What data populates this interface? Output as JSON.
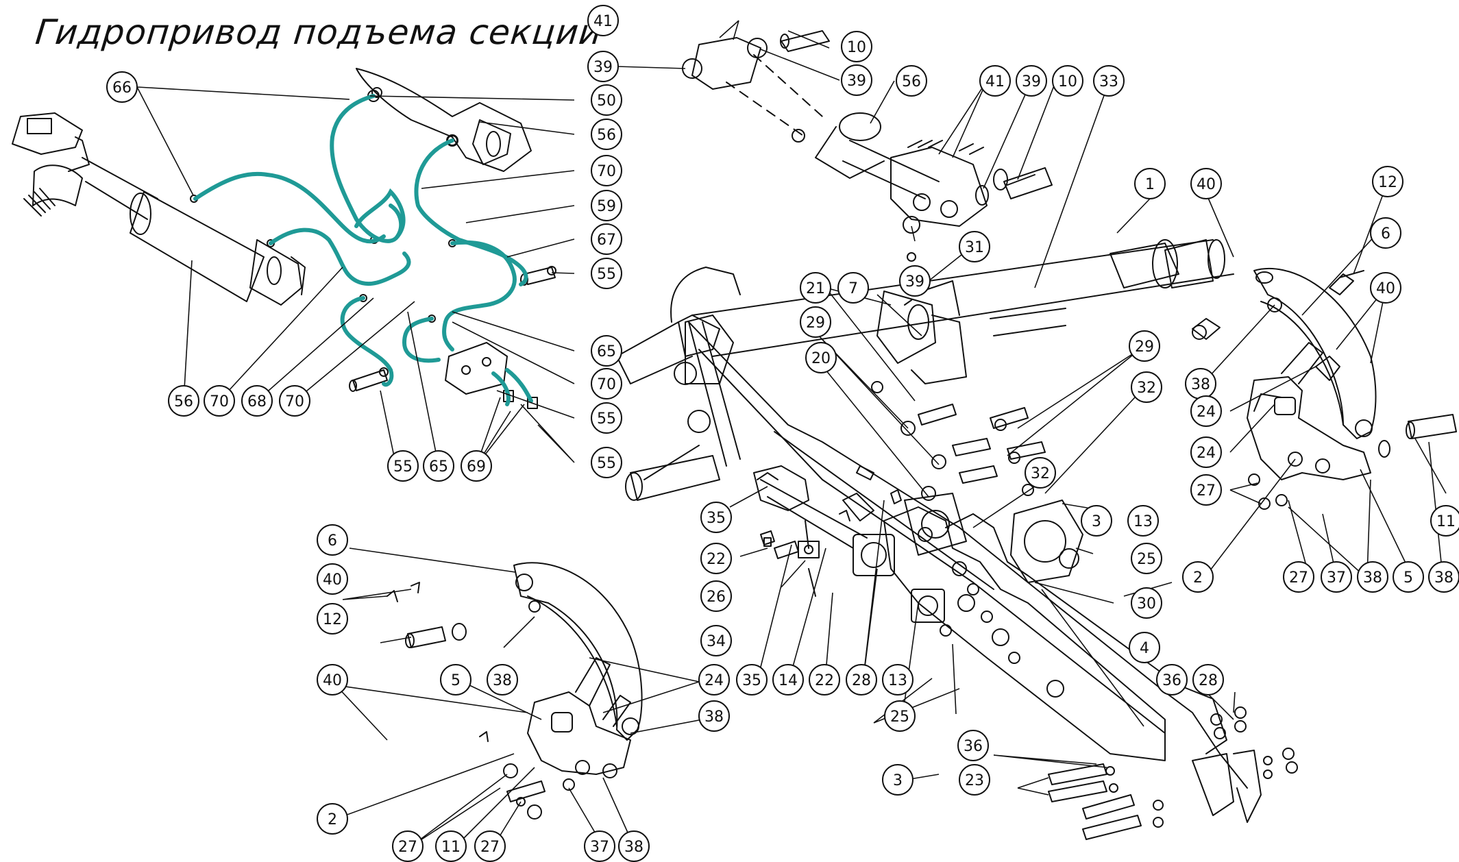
{
  "title": "Гидропривод подъема секций",
  "colors": {
    "hose": "#1f9a96",
    "line": "#111111",
    "background": "#ffffff"
  },
  "callouts": [
    {
      "id": "c41a",
      "label": "41"
    },
    {
      "id": "c10a",
      "label": "10"
    },
    {
      "id": "c39a",
      "label": "39"
    },
    {
      "id": "c39b",
      "label": "39"
    },
    {
      "id": "c56a",
      "label": "56"
    },
    {
      "id": "c41b",
      "label": "41"
    },
    {
      "id": "c39c",
      "label": "39"
    },
    {
      "id": "c10b",
      "label": "10"
    },
    {
      "id": "c33",
      "label": "33"
    },
    {
      "id": "c66",
      "label": "66"
    },
    {
      "id": "c50",
      "label": "50"
    },
    {
      "id": "c56b",
      "label": "56"
    },
    {
      "id": "c70a",
      "label": "70"
    },
    {
      "id": "c59",
      "label": "59"
    },
    {
      "id": "c67",
      "label": "67"
    },
    {
      "id": "c55a",
      "label": "55"
    },
    {
      "id": "c65a",
      "label": "65"
    },
    {
      "id": "c70b",
      "label": "70"
    },
    {
      "id": "c55b",
      "label": "55"
    },
    {
      "id": "c55c",
      "label": "55"
    },
    {
      "id": "c56c",
      "label": "56"
    },
    {
      "id": "c70c",
      "label": "70"
    },
    {
      "id": "c68",
      "label": "68"
    },
    {
      "id": "c70d",
      "label": "70"
    },
    {
      "id": "c55d",
      "label": "55"
    },
    {
      "id": "c65b",
      "label": "65"
    },
    {
      "id": "c69",
      "label": "69"
    },
    {
      "id": "c39d",
      "label": "39"
    },
    {
      "id": "c31",
      "label": "31"
    },
    {
      "id": "c21",
      "label": "21"
    },
    {
      "id": "c7",
      "label": "7"
    },
    {
      "id": "c29a",
      "label": "29"
    },
    {
      "id": "c20",
      "label": "20"
    },
    {
      "id": "c1",
      "label": "1"
    },
    {
      "id": "c40a",
      "label": "40"
    },
    {
      "id": "c12a",
      "label": "12"
    },
    {
      "id": "c6a",
      "label": "6"
    },
    {
      "id": "c40b",
      "label": "40"
    },
    {
      "id": "c38a",
      "label": "38"
    },
    {
      "id": "c29b",
      "label": "29"
    },
    {
      "id": "c32a",
      "label": "32"
    },
    {
      "id": "c24a",
      "label": "24"
    },
    {
      "id": "c24b",
      "label": "24"
    },
    {
      "id": "c27a",
      "label": "27"
    },
    {
      "id": "c32b",
      "label": "32"
    },
    {
      "id": "c11a",
      "label": "11"
    },
    {
      "id": "c2a",
      "label": "2"
    },
    {
      "id": "c27b",
      "label": "27"
    },
    {
      "id": "c37a",
      "label": "37"
    },
    {
      "id": "c38b",
      "label": "38"
    },
    {
      "id": "c5a",
      "label": "5"
    },
    {
      "id": "c38c",
      "label": "38"
    },
    {
      "id": "c35a",
      "label": "35"
    },
    {
      "id": "c3a",
      "label": "3"
    },
    {
      "id": "c13a",
      "label": "13"
    },
    {
      "id": "c22a",
      "label": "22"
    },
    {
      "id": "c25a",
      "label": "25"
    },
    {
      "id": "c26",
      "label": "26"
    },
    {
      "id": "c30",
      "label": "30"
    },
    {
      "id": "c34",
      "label": "34"
    },
    {
      "id": "c35b",
      "label": "35"
    },
    {
      "id": "c14",
      "label": "14"
    },
    {
      "id": "c22b",
      "label": "22"
    },
    {
      "id": "c28a",
      "label": "28"
    },
    {
      "id": "c13b",
      "label": "13"
    },
    {
      "id": "c4",
      "label": "4"
    },
    {
      "id": "c25b",
      "label": "25"
    },
    {
      "id": "c36a",
      "label": "36"
    },
    {
      "id": "c28b",
      "label": "28"
    },
    {
      "id": "c3b",
      "label": "3"
    },
    {
      "id": "c36b",
      "label": "36"
    },
    {
      "id": "c23",
      "label": "23"
    },
    {
      "id": "c6b",
      "label": "6"
    },
    {
      "id": "c40c",
      "label": "40"
    },
    {
      "id": "c12b",
      "label": "12"
    },
    {
      "id": "c38d",
      "label": "38"
    },
    {
      "id": "c40d",
      "label": "40"
    },
    {
      "id": "c5b",
      "label": "5"
    },
    {
      "id": "c24c",
      "label": "24"
    },
    {
      "id": "c38e",
      "label": "38"
    },
    {
      "id": "c2b",
      "label": "2"
    },
    {
      "id": "c27c",
      "label": "27"
    },
    {
      "id": "c11b",
      "label": "11"
    },
    {
      "id": "c27d",
      "label": "27"
    },
    {
      "id": "c37b",
      "label": "37"
    },
    {
      "id": "c38f",
      "label": "38"
    }
  ]
}
